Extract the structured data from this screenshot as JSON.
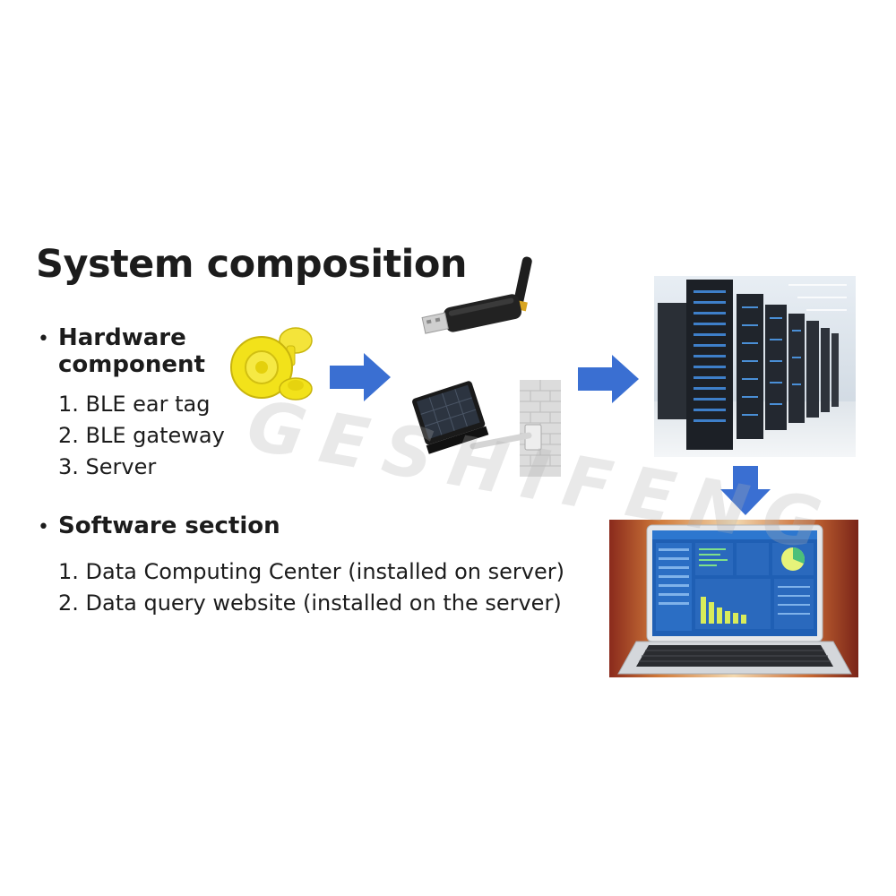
{
  "title": "System composition",
  "hardware": {
    "heading_line1": "Hardware",
    "heading_line2": "component",
    "items": [
      "1. BLE ear tag",
      "2. BLE gateway",
      "3. Server"
    ]
  },
  "software": {
    "heading": "Software section",
    "items": [
      "1. Data Computing Center (installed on server)",
      "2. Data query website (installed on the server)"
    ]
  },
  "watermark": "GESHIFENG",
  "colors": {
    "arrow": "#3a6fd2",
    "tag": "#f2e21a",
    "text": "#1c1c1c"
  },
  "icons": [
    "ear-tag-image",
    "usb-gateway-image",
    "solar-gateway-image",
    "server-room-image",
    "laptop-dashboard-image",
    "arrow-right-icon",
    "arrow-down-icon"
  ]
}
